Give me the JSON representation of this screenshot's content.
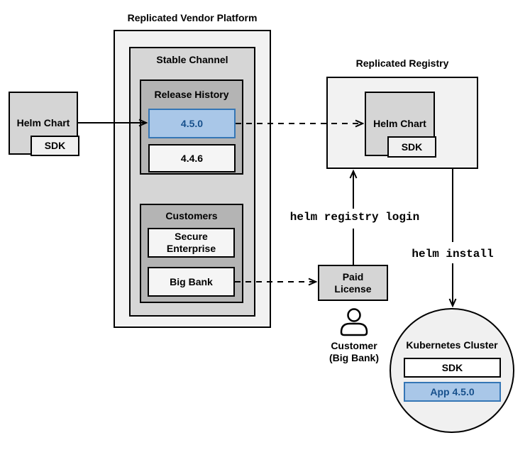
{
  "colors": {
    "highlight_fill": "#a9c7e8",
    "highlight_border": "#3576b5",
    "highlight_text": "#17508c",
    "container_fill": "#f2f2f2",
    "channel_fill": "#d6d6d6",
    "section_fill": "#b4b4b4"
  },
  "source_chart": {
    "label": "Helm Chart",
    "sdk": "SDK"
  },
  "platform": {
    "title": "Replicated Vendor Platform",
    "stable_channel": {
      "title": "Stable Channel",
      "release_history": {
        "title": "Release History",
        "releases": [
          {
            "version": "4.5.0",
            "highlighted": true
          },
          {
            "version": "4.4.6",
            "highlighted": false
          }
        ]
      },
      "customers": {
        "title": "Customers",
        "members": [
          {
            "name": "Secure\nEnterprise"
          },
          {
            "name": "Big Bank"
          }
        ]
      }
    }
  },
  "registry": {
    "title": "Replicated Registry",
    "helm_chart": "Helm Chart",
    "sdk": "SDK"
  },
  "license": {
    "label": "Paid\nLicense"
  },
  "customer": {
    "label": "Customer\n(Big Bank)"
  },
  "cluster": {
    "title": "Kubernetes Cluster",
    "sdk": "SDK",
    "app": "App 4.5.0"
  },
  "commands": {
    "registry_login": "helm registry login",
    "install": "helm install"
  }
}
